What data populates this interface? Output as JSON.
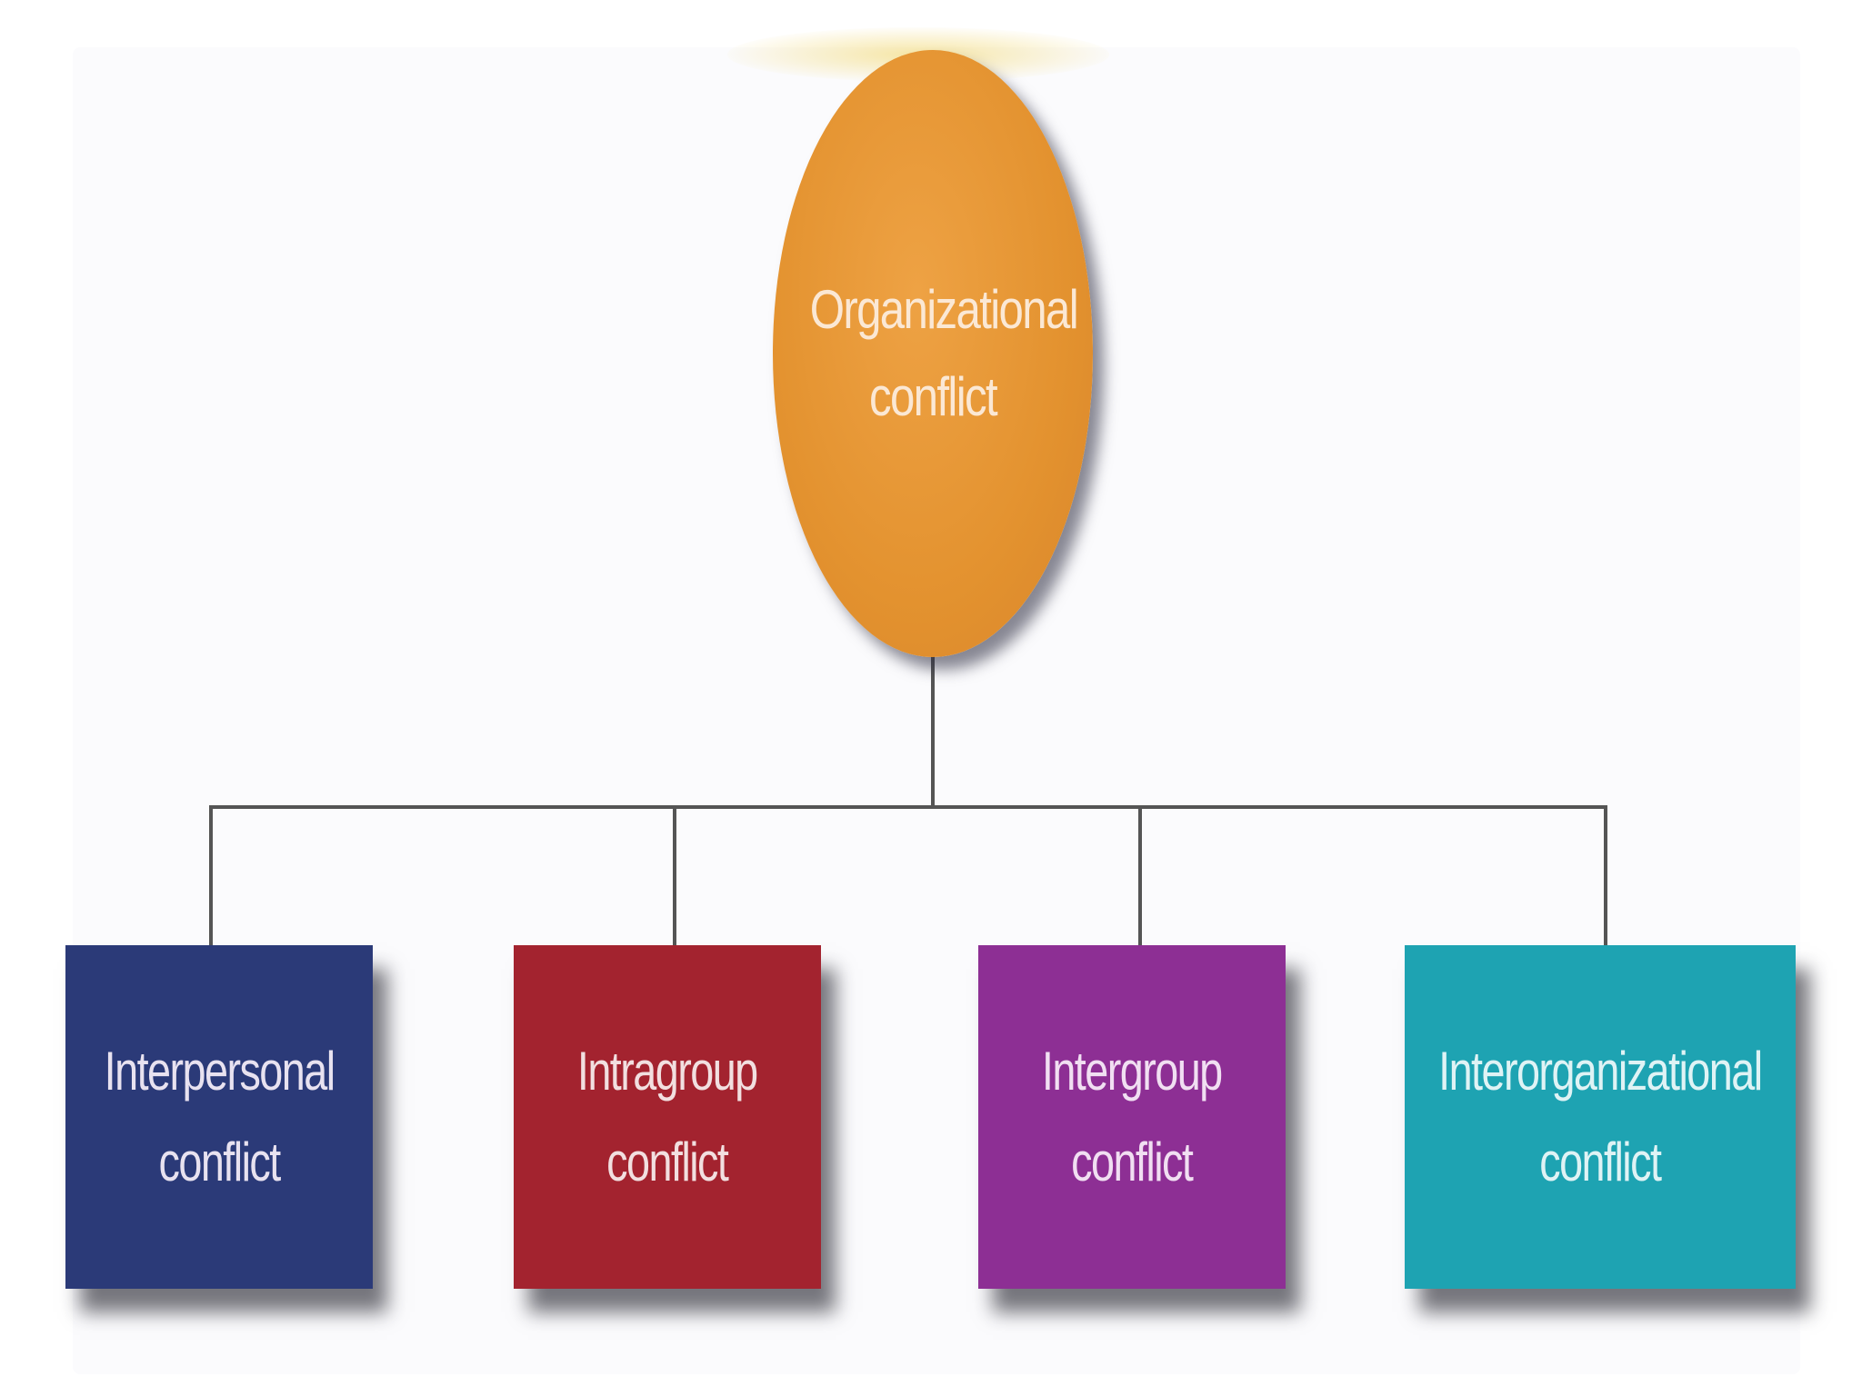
{
  "diagram": {
    "root": {
      "label_line1": "Organizational",
      "label_line2": "conflict",
      "color": "#e3922f"
    },
    "children": [
      {
        "label_line1": "Interpersonal",
        "label_line2": "conflict",
        "color": "#2b3a78"
      },
      {
        "label_line1": "Intragroup",
        "label_line2": "conflict",
        "color": "#a3232f"
      },
      {
        "label_line1": "Intergroup",
        "label_line2": "conflict",
        "color": "#8d2f94"
      },
      {
        "label_line1": "Interorganizational",
        "label_line2": "conflict",
        "color": "#1ea3b2"
      }
    ],
    "connector_color": "#555555"
  }
}
